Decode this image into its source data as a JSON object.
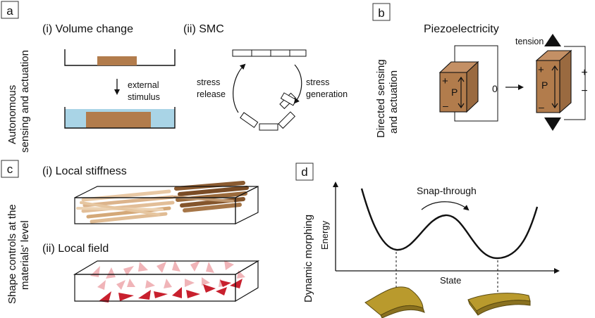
{
  "panels": {
    "a": {
      "letter": "a",
      "side_label_line1": "Autonomous",
      "side_label_line2": "sensing and actuation",
      "sub_i": "(i) Volume change",
      "sub_ii": "(ii) SMC",
      "stimulus_line1": "external",
      "stimulus_line2": "stimulus",
      "release_line1": "stress",
      "release_line2": "release",
      "generation_line1": "stress",
      "generation_line2": "generation"
    },
    "b": {
      "letter": "b",
      "side_label_line1": "Directed sensing",
      "side_label_line2": "and actuation",
      "title": "Piezoelectricity",
      "tension": "tension",
      "zero": "0",
      "plus": "+",
      "minus": "−",
      "minus_short": "–",
      "p": "P"
    },
    "c": {
      "letter": "c",
      "side_label_line1": "Shape controls at the",
      "side_label_line2": "materials' level",
      "sub_i": "(i)  Local stiffness",
      "sub_ii": "(ii) Local field"
    },
    "d": {
      "letter": "d",
      "side_label": "Dynamic morphing",
      "snap": "Snap-through",
      "energy": "Energy",
      "state": "State"
    }
  },
  "colors": {
    "brown": "#b27c4c",
    "water": "#a9d4e6",
    "gold": "#b99a2d",
    "red": "#c8202e",
    "pink": "#f0b4b8"
  }
}
